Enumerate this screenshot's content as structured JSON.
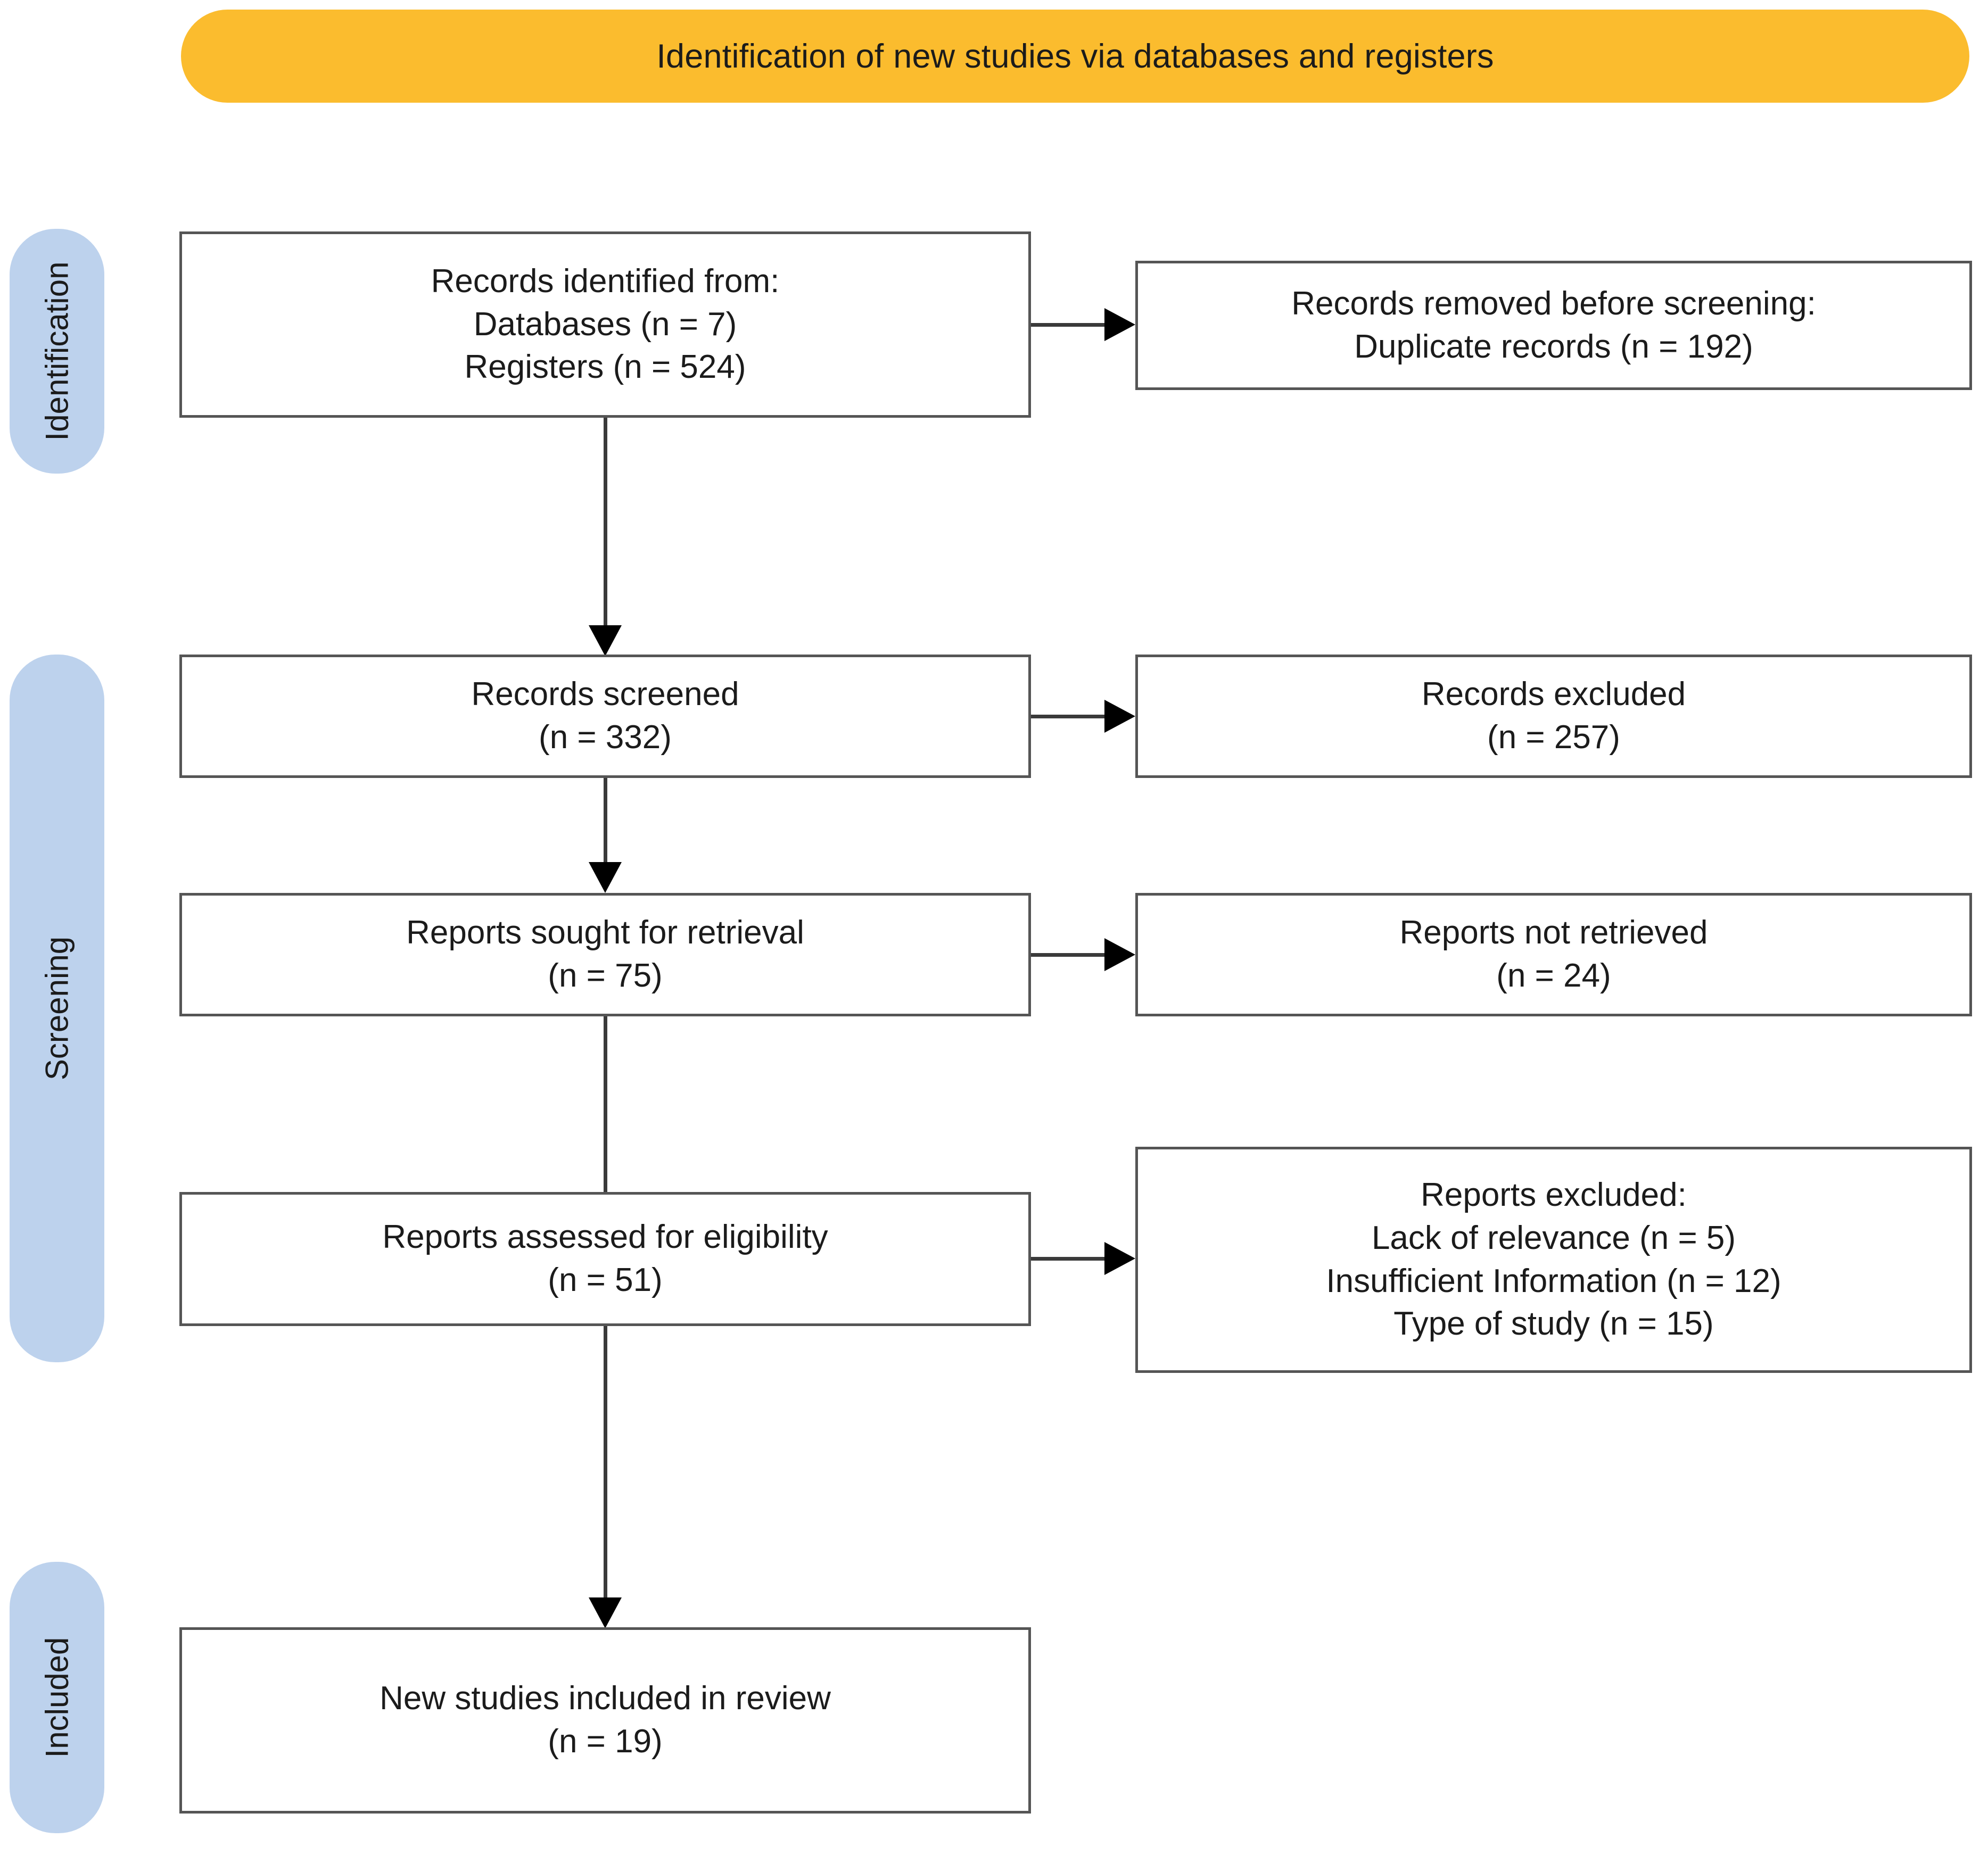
{
  "header": {
    "title": "Identification of new studies via databases and registers",
    "background_color": "#FBBC2E"
  },
  "stages": {
    "accent_color": "#BDD2ED",
    "items": [
      {
        "id": "identification",
        "label": "Identification"
      },
      {
        "id": "screening",
        "label": "Screening"
      },
      {
        "id": "included",
        "label": "Included"
      }
    ]
  },
  "boxes": {
    "records_identified": {
      "lines": [
        "Records identified from:",
        "Databases (n = 7)",
        "Registers (n = 524)"
      ]
    },
    "records_removed": {
      "lines": [
        "Records removed before screening:",
        "Duplicate records (n = 192)"
      ]
    },
    "records_screened": {
      "lines": [
        "Records screened",
        "(n = 332)"
      ]
    },
    "records_excluded": {
      "lines": [
        "Records excluded",
        "(n = 257)"
      ]
    },
    "reports_sought": {
      "lines": [
        "Reports sought for retrieval",
        "(n = 75)"
      ]
    },
    "reports_not_retrieved": {
      "lines": [
        "Reports not retrieved",
        "(n = 24)"
      ]
    },
    "reports_assessed": {
      "lines": [
        "Reports assessed for eligibility",
        "(n = 51)"
      ]
    },
    "reports_excluded": {
      "lines": [
        "Reports excluded:",
        "Lack of relevance (n = 5)",
        "Insufficient Information (n = 12)",
        "Type of study (n = 15)"
      ]
    },
    "studies_included": {
      "lines": [
        "New studies included in review",
        "(n = 19)"
      ]
    }
  },
  "chart_data": {
    "type": "diagram",
    "title": "Identification of new studies via databases and registers",
    "nodes": [
      {
        "id": "records_identified",
        "stage": "Identification",
        "label": "Records identified from: Databases (n = 7) Registers (n = 524)",
        "counts": {
          "Databases": 7,
          "Registers": 524
        }
      },
      {
        "id": "records_removed",
        "stage": "Identification",
        "label": "Records removed before screening: Duplicate records (n = 192)",
        "counts": {
          "Duplicate records": 192
        }
      },
      {
        "id": "records_screened",
        "stage": "Screening",
        "label": "Records screened",
        "n": 332
      },
      {
        "id": "records_excluded",
        "stage": "Screening",
        "label": "Records excluded",
        "n": 257
      },
      {
        "id": "reports_sought",
        "stage": "Screening",
        "label": "Reports sought for retrieval",
        "n": 75
      },
      {
        "id": "reports_not_retrieved",
        "stage": "Screening",
        "label": "Reports not retrieved",
        "n": 24
      },
      {
        "id": "reports_assessed",
        "stage": "Screening",
        "label": "Reports assessed for eligibility",
        "n": 51
      },
      {
        "id": "reports_excluded",
        "stage": "Screening",
        "label": "Reports excluded",
        "counts": {
          "Lack of relevance": 5,
          "Insufficient Information": 12,
          "Type of study": 15
        }
      },
      {
        "id": "studies_included",
        "stage": "Included",
        "label": "New studies included in review",
        "n": 19
      }
    ],
    "edges": [
      {
        "from": "records_identified",
        "to": "records_removed",
        "direction": "right"
      },
      {
        "from": "records_identified",
        "to": "records_screened",
        "direction": "down"
      },
      {
        "from": "records_screened",
        "to": "records_excluded",
        "direction": "right"
      },
      {
        "from": "records_screened",
        "to": "reports_sought",
        "direction": "down"
      },
      {
        "from": "reports_sought",
        "to": "reports_not_retrieved",
        "direction": "right"
      },
      {
        "from": "reports_sought",
        "to": "reports_assessed",
        "direction": "down"
      },
      {
        "from": "reports_assessed",
        "to": "reports_excluded",
        "direction": "right"
      },
      {
        "from": "reports_assessed",
        "to": "studies_included",
        "direction": "down"
      }
    ]
  }
}
